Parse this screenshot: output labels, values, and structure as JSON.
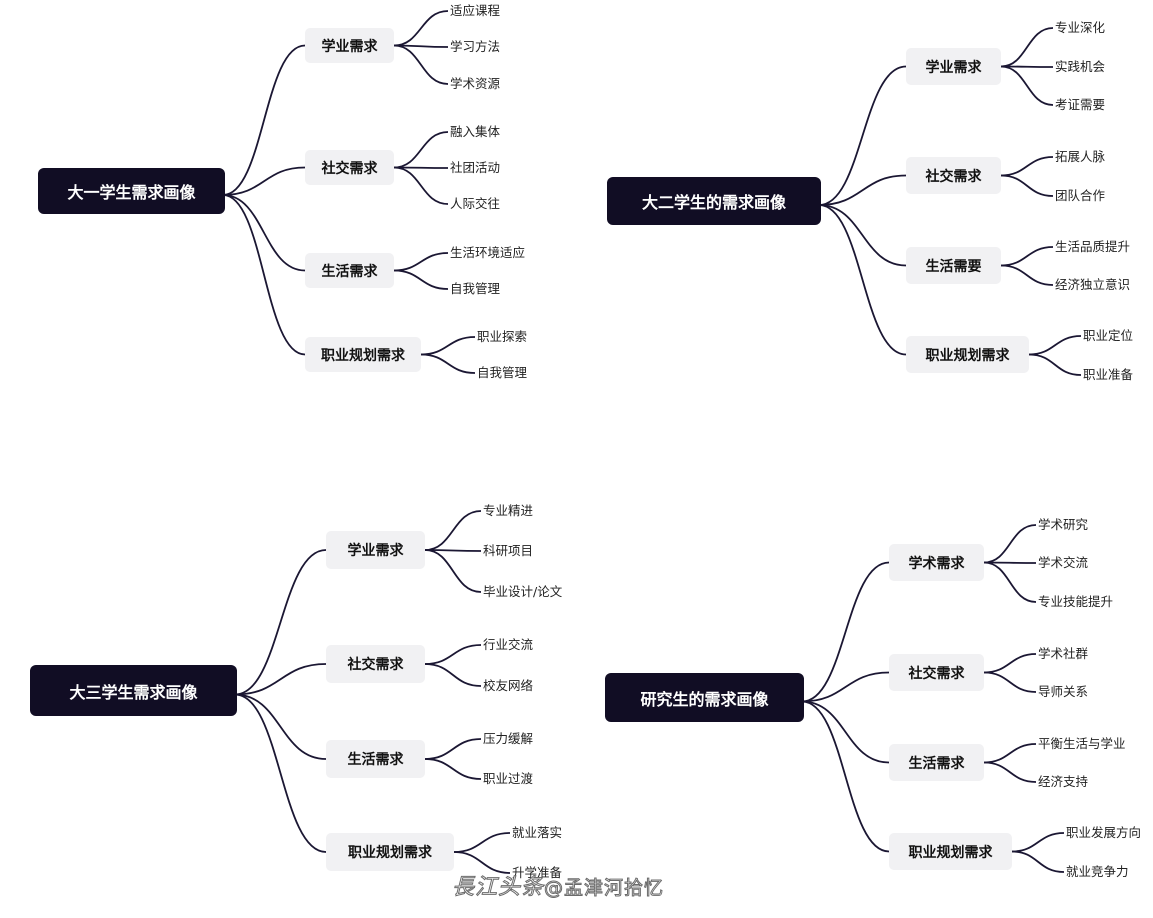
{
  "colors": {
    "root_bg": "#110d24",
    "branch_bg": "#f1f1f3",
    "link": "#1b1733"
  },
  "maps": [
    {
      "root": "大一学生需求画像",
      "branches": [
        {
          "label": "学业需求",
          "leaves": [
            "适应课程",
            "学习方法",
            "学术资源"
          ]
        },
        {
          "label": "社交需求",
          "leaves": [
            "融入集体",
            "社团活动",
            "人际交往"
          ]
        },
        {
          "label": "生活需求",
          "leaves": [
            "生活环境适应",
            "自我管理"
          ]
        },
        {
          "label": "职业规划需求",
          "leaves": [
            "职业探索",
            "自我管理"
          ]
        }
      ]
    },
    {
      "root": "大二学生的需求画像",
      "branches": [
        {
          "label": "学业需求",
          "leaves": [
            "专业深化",
            "实践机会",
            "考证需要"
          ]
        },
        {
          "label": "社交需求",
          "leaves": [
            "拓展人脉",
            "团队合作"
          ]
        },
        {
          "label": "生活需要",
          "leaves": [
            "生活品质提升",
            "经济独立意识"
          ]
        },
        {
          "label": "职业规划需求",
          "leaves": [
            "职业定位",
            "职业准备"
          ]
        }
      ]
    },
    {
      "root": "大三学生需求画像",
      "branches": [
        {
          "label": "学业需求",
          "leaves": [
            "专业精进",
            "科研项目",
            "毕业设计/论文"
          ]
        },
        {
          "label": "社交需求",
          "leaves": [
            "行业交流",
            "校友网络"
          ]
        },
        {
          "label": "生活需求",
          "leaves": [
            "压力缓解",
            "职业过渡"
          ]
        },
        {
          "label": "职业规划需求",
          "leaves": [
            "就业落实",
            "升学准备"
          ]
        }
      ]
    },
    {
      "root": "研究生的需求画像",
      "branches": [
        {
          "label": "学术需求",
          "leaves": [
            "学术研究",
            "学术交流",
            "专业技能提升"
          ]
        },
        {
          "label": "社交需求",
          "leaves": [
            "学术社群",
            "导师关系"
          ]
        },
        {
          "label": "生活需求",
          "leaves": [
            "平衡生活与学业",
            "经济支持"
          ]
        },
        {
          "label": "职业规划需求",
          "leaves": [
            "职业发展方向",
            "就业竞争力"
          ]
        }
      ]
    }
  ],
  "watermark": {
    "brand": "長江头条",
    "handle": "@孟津河拾忆"
  }
}
